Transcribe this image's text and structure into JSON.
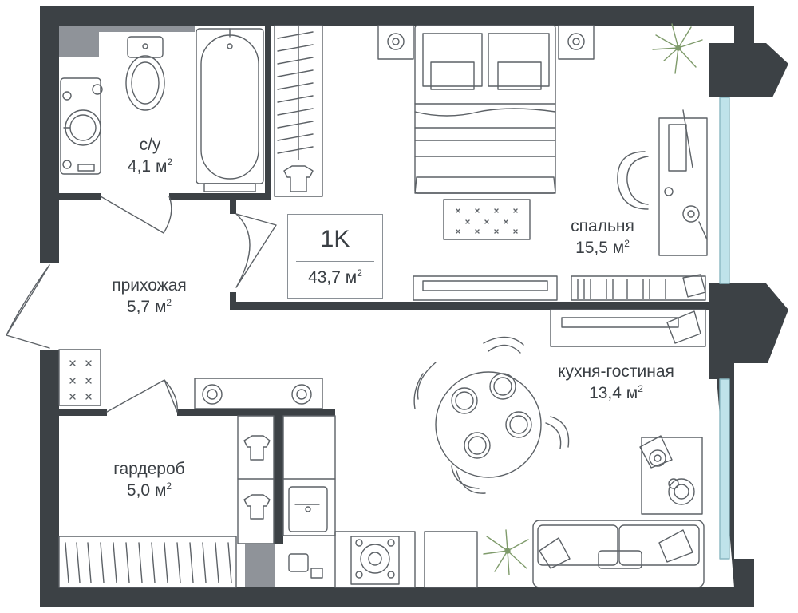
{
  "plan": {
    "type_label": "1K",
    "total_area": "43,7 м",
    "area_exponent": "2",
    "colors": {
      "wall": "#3c4145",
      "line": "#5c6166",
      "light_wall": "#d7dadd",
      "window": "#bfe3ea",
      "plant": "#7f9b6b",
      "utility": "#8f9399"
    },
    "rooms": [
      {
        "key": "bathroom",
        "name": "с/у",
        "area": "4,1 м"
      },
      {
        "key": "hallway",
        "name": "прихожая",
        "area": "5,7 м"
      },
      {
        "key": "bedroom",
        "name": "спальня",
        "area": "15,5 м"
      },
      {
        "key": "kitchen_living",
        "name": "кухня-гостиная",
        "area": "13,4 м"
      },
      {
        "key": "wardrobe",
        "name": "гардероб",
        "area": "5,0 м"
      }
    ]
  }
}
